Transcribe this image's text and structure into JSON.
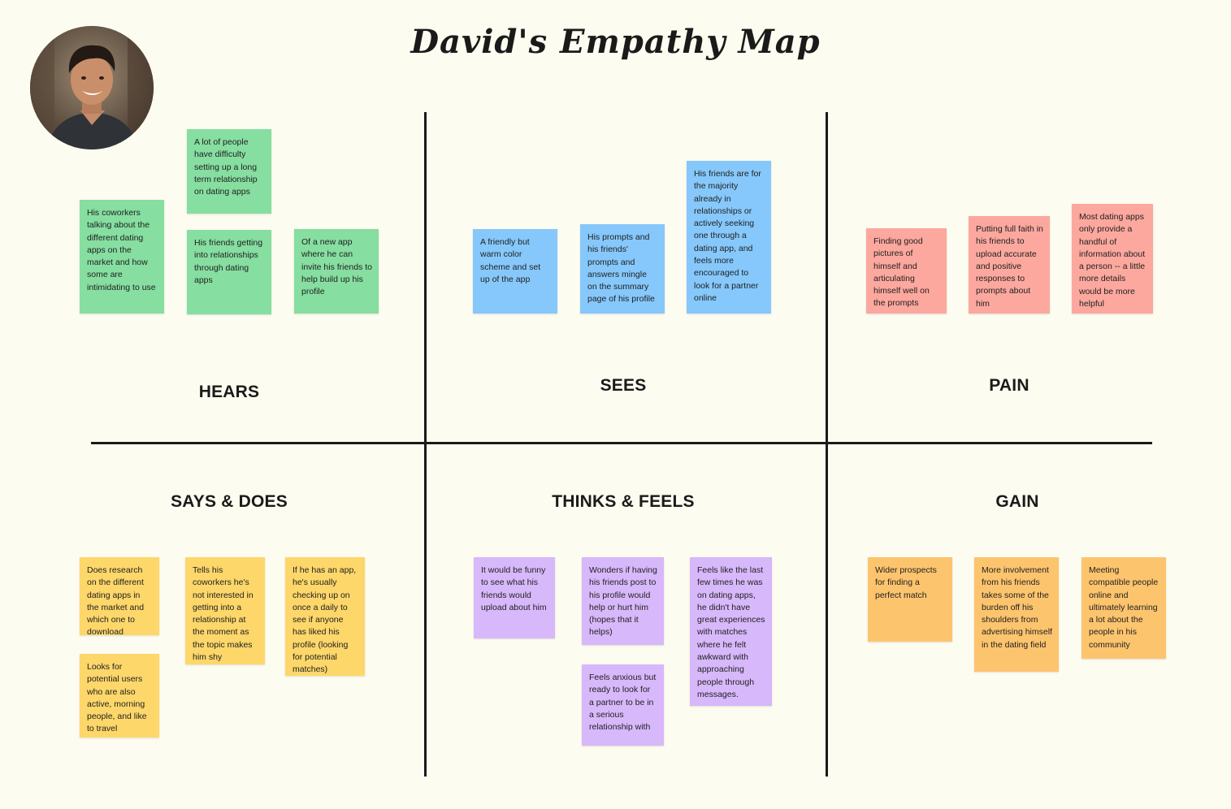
{
  "title": "David's Empathy Map",
  "colors": {
    "green": "#86dea0",
    "blue": "#86c8fb",
    "red": "#fca89e",
    "yellow": "#fdd76a",
    "purple": "#d7b8fa",
    "orange": "#fdc46e"
  },
  "quadrants": {
    "hears": {
      "label": "HEARS",
      "notes": [
        "His coworkers talking about the different dating apps on the market and how some are intimidating to use",
        "A lot of people have difficulty setting up a long term relationship on dating apps",
        "His friends getting into relationships through dating apps",
        "Of a new app where he can invite his friends to help build up his profile"
      ]
    },
    "sees": {
      "label": "SEES",
      "notes": [
        "A friendly but warm color scheme and set up of the app",
        "His prompts and his friends' prompts and answers mingle on the summary page of his profile",
        "His friends are for the majority already in relationships or actively seeking one through a dating app, and feels more encouraged to look for a partner online"
      ]
    },
    "pain": {
      "label": "PAIN",
      "notes": [
        "Finding good pictures of himself and articulating himself well on the prompts",
        "Putting full faith in his friends to upload accurate and positive responses to prompts about him",
        "Most dating apps only provide a handful of information about a person -- a little more details would be more helpful"
      ]
    },
    "says_does": {
      "label": "SAYS & DOES",
      "notes": [
        "Does research on the different dating apps in the market and which one to download",
        "Looks for potential users who are also active, morning people, and like to travel",
        "Tells his coworkers he's not interested in getting into a relationship at the moment as the topic makes him shy",
        "If he has an app, he's usually checking up on once a daily to see if anyone has liked his profile (looking for potential matches)"
      ]
    },
    "thinks_feels": {
      "label": "THINKS & FEELS",
      "notes": [
        "It would be funny to see what his friends would upload about him",
        "Wonders if having his friends post to his profile would help or hurt him (hopes that it helps)",
        "Feels anxious but ready to look for a partner to be in a serious relationship with",
        "Feels like the last few times he was on dating apps, he didn't have great experiences with matches where he felt awkward with approaching people through messages."
      ]
    },
    "gain": {
      "label": "GAIN",
      "notes": [
        "Wider prospects for finding a perfect match",
        "More involvement from his friends takes some of the burden off his shoulders from advertising himself in the dating field",
        "Meeting compatible people online and ultimately learning a lot about the people in his community"
      ]
    }
  }
}
